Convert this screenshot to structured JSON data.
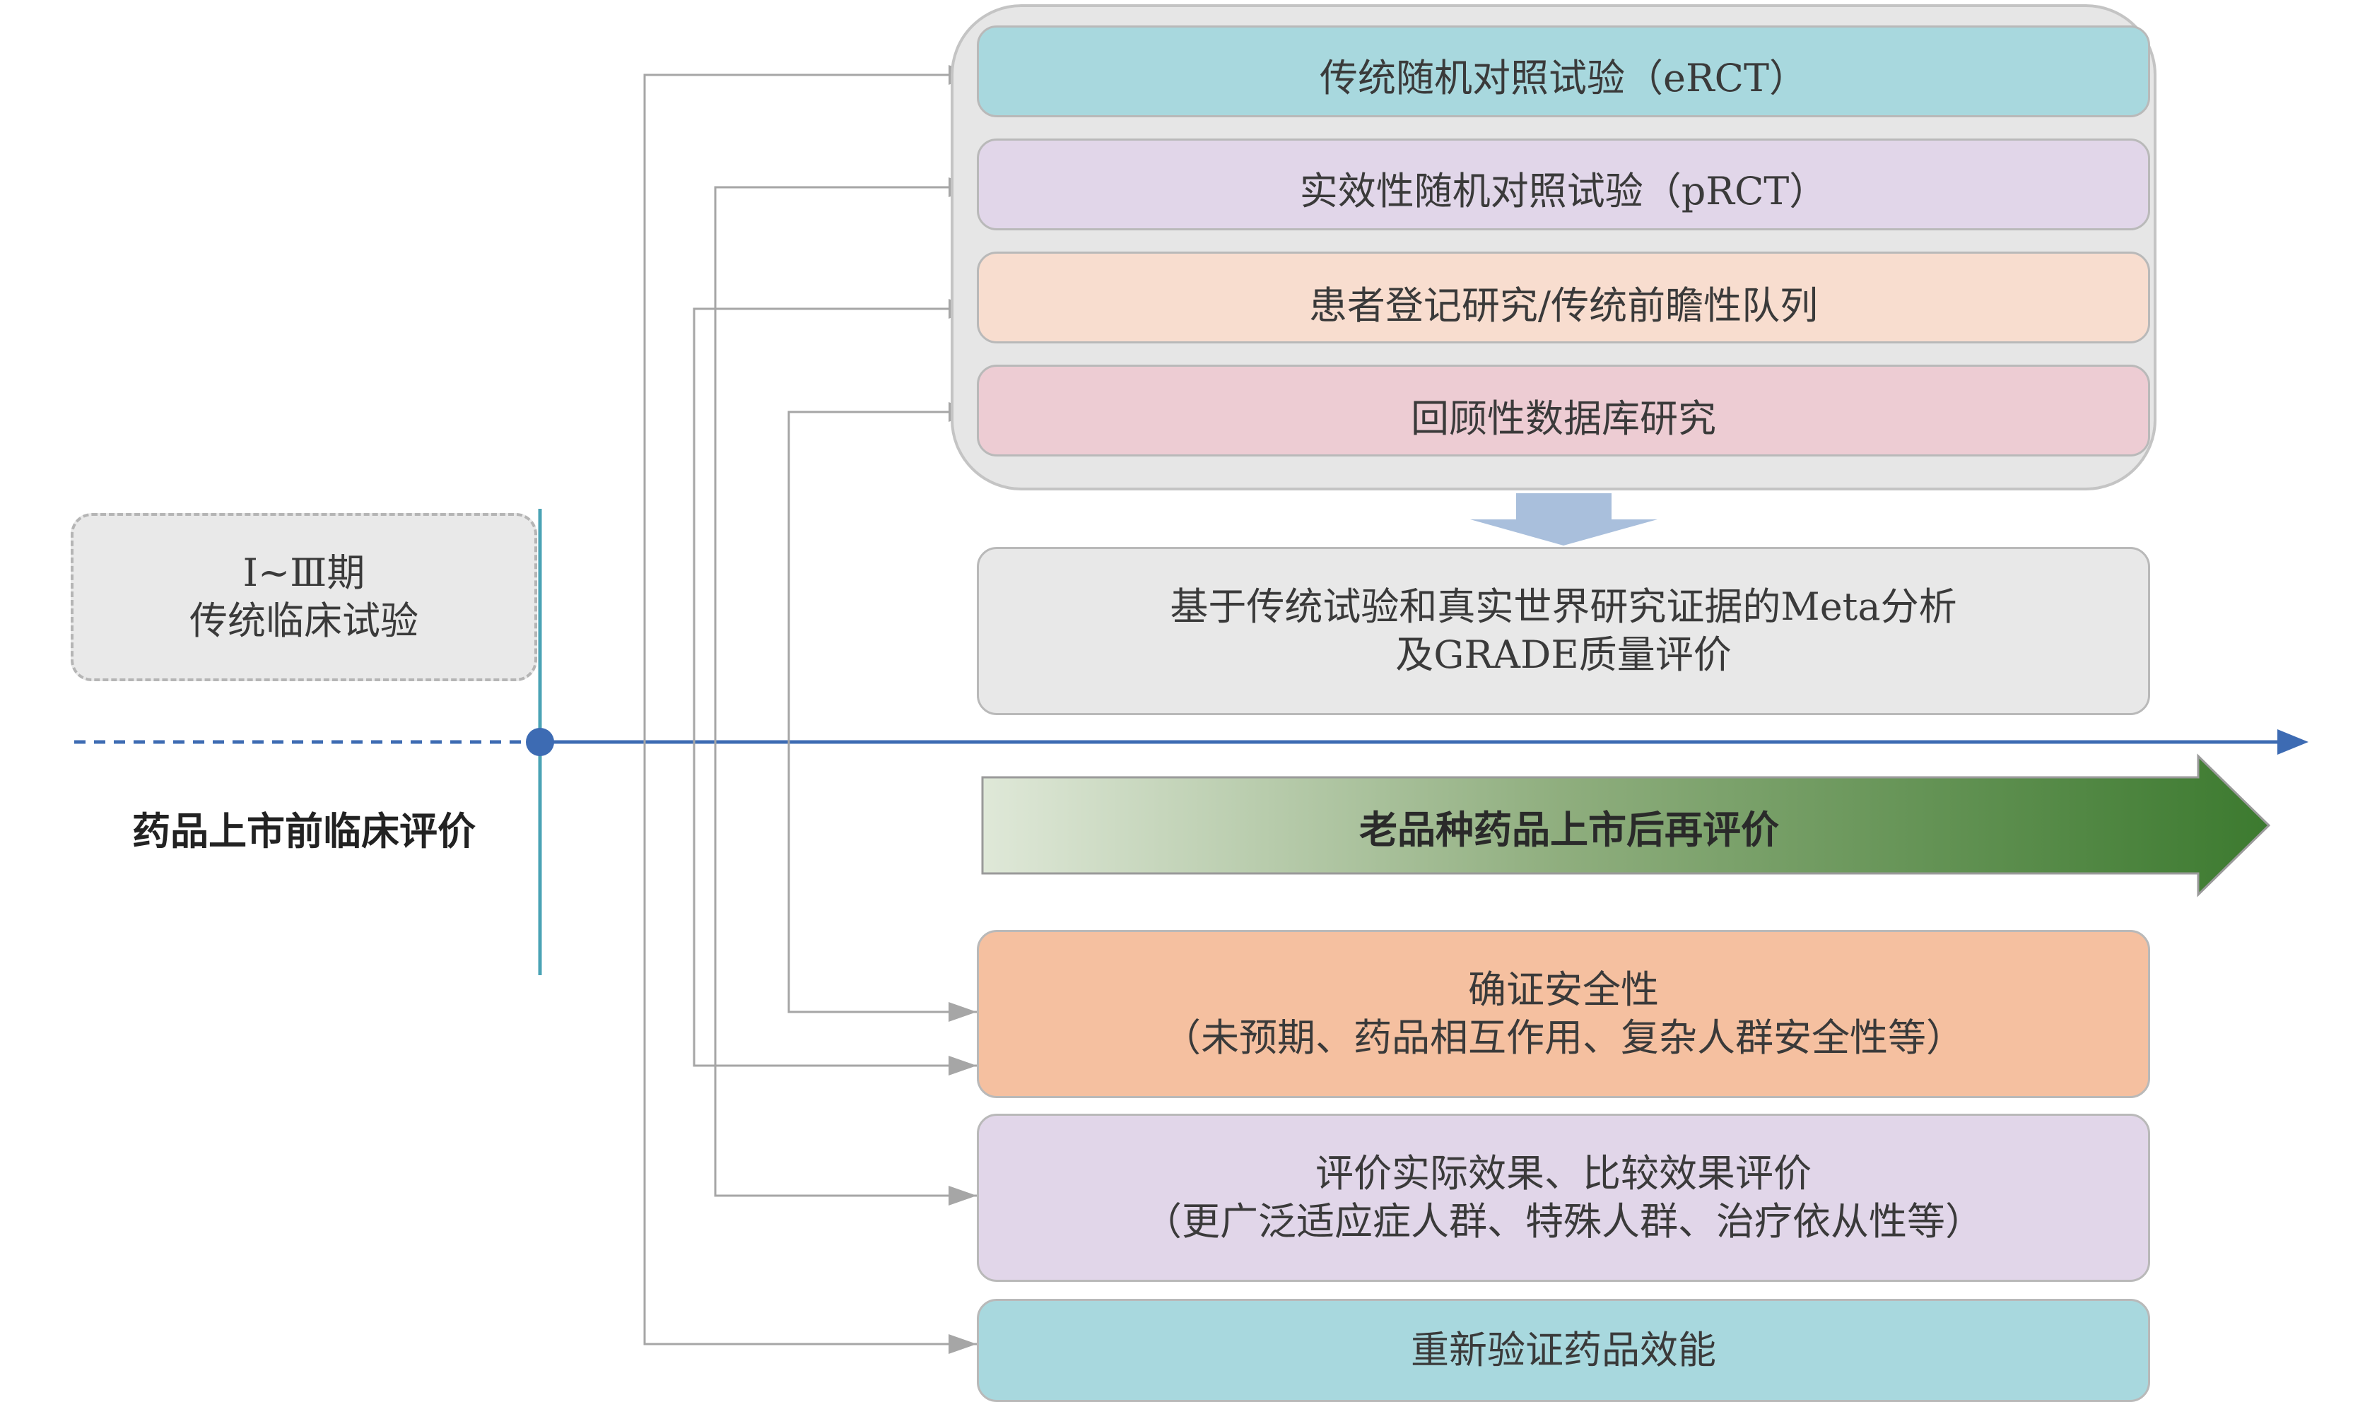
{
  "colors": {
    "teal": "#a8d8de",
    "lavender": "#e1d6e9",
    "peach": "#f8ddcf",
    "pink": "#edccd3",
    "orange": "#f5c0a0",
    "gray": "#e8e8e8",
    "axis_blue": "#3d6bb3",
    "divider_teal": "#4aa3b5",
    "connector_gray": "#a6a6a6",
    "banner_start": "#dfe8d8",
    "banner_end": "#3c7a2f",
    "down_arrow": "#a9bfdc"
  },
  "pre_market": {
    "phase_line1": "Ⅰ~Ⅲ期",
    "phase_line2": "传统临床试验",
    "axis_label": "药品上市前临床评价"
  },
  "study_types": [
    "传统随机对照试验（eRCT）",
    "实效性随机对照试验（pRCT）",
    "患者登记研究/传统前瞻性队列",
    "回顾性数据库研究"
  ],
  "meta": {
    "line1": "基于传统试验和真实世界研究证据的Meta分析",
    "line2": "及GRADE质量评价"
  },
  "banner": "老品种药品上市后再评价",
  "outcomes": [
    {
      "line1": "确证安全性",
      "line2": "（未预期、药品相互作用、复杂人群安全性等）"
    },
    {
      "line1": "评价实际效果、比较效果评价",
      "line2": "（更广泛适应症人群、特殊人群、治疗依从性等）"
    },
    {
      "line1": "重新验证药品效能",
      "line2": ""
    }
  ],
  "icons": {
    "arrowhead": "arrowhead-icon",
    "down_arrow": "down-arrow-icon",
    "timeline_dot": "timeline-dot-icon"
  }
}
